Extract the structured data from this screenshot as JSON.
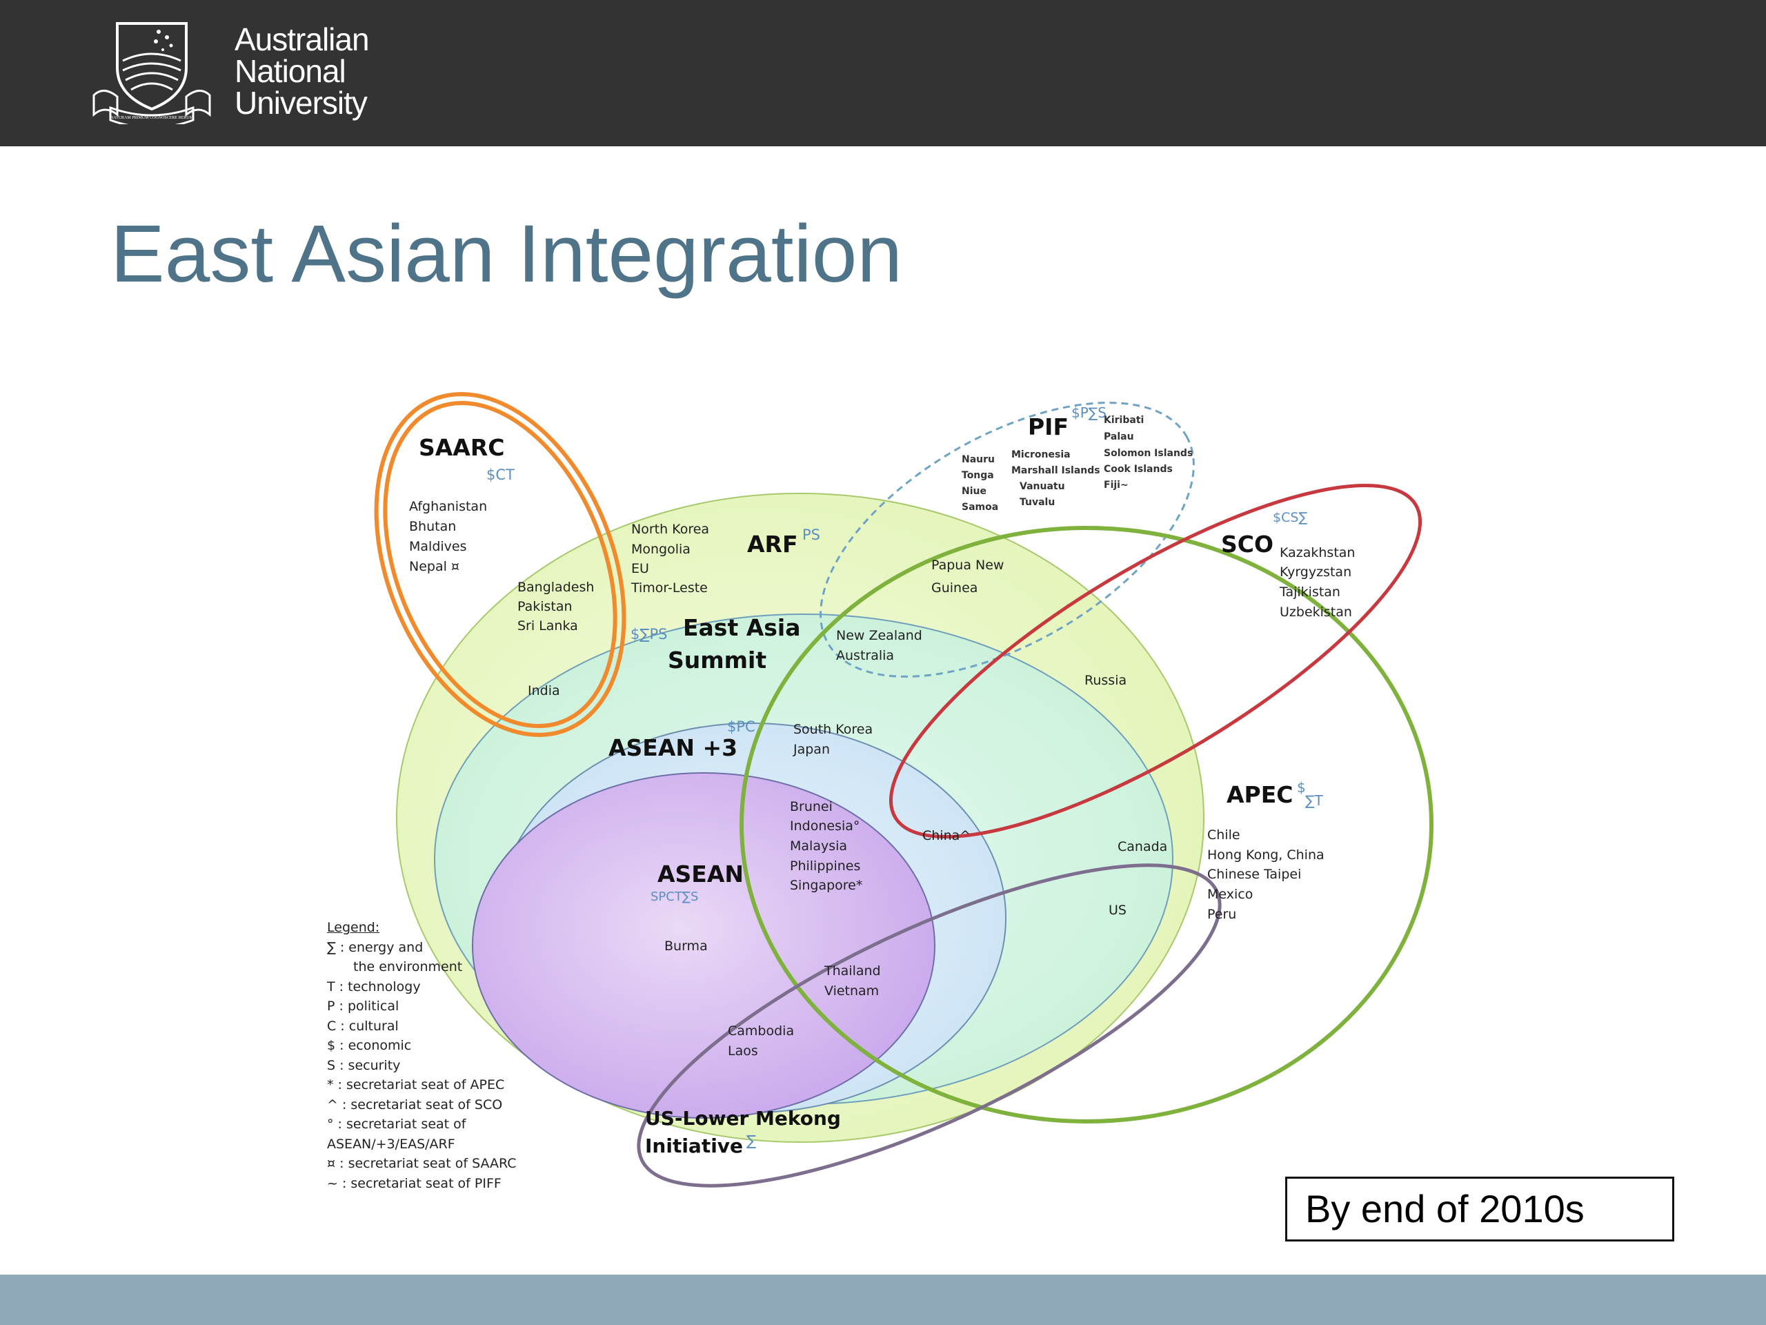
{
  "header": {
    "logo_lines": [
      "Australian",
      "National",
      "University"
    ],
    "logo_icon": "anu-crest-icon",
    "crest_motto": "NATURAM PRIMUM COGNOSCERE RERUM"
  },
  "slide": {
    "title": "East Asian Integration",
    "era_label": "By end of 2010s"
  },
  "colors": {
    "header_bg": "#333333",
    "title": "#4f7489",
    "bottom_bar": "#90a9b8",
    "saarc": "#f08a2c",
    "sco": "#c7393e",
    "apec": "#7fb13d",
    "pif": "#6fa3c4",
    "mekong": "#7d6e8d",
    "code": "#5b8fc0"
  },
  "diagram": {
    "groups": {
      "saarc": {
        "name": "SAARC",
        "code": "$CT"
      },
      "pif": {
        "name": "PIF",
        "code": "$P∑S"
      },
      "arf": {
        "name": "ARF",
        "code": "PS"
      },
      "eas": {
        "name_lines": [
          "East Asia",
          "Summit"
        ],
        "code": "$∑PS"
      },
      "asean3": {
        "name": "ASEAN +3",
        "code": "$PC"
      },
      "asean": {
        "name": "ASEAN",
        "code": "SPCT∑S"
      },
      "sco": {
        "name": "SCO",
        "code": "$CS∑"
      },
      "apec": {
        "name": "APEC",
        "code_symbol": "$",
        "code_letters": "∑T"
      },
      "mekong": {
        "name_lines": [
          "US-Lower Mekong",
          "Initiative"
        ],
        "code": "∑"
      }
    },
    "members": {
      "saarc_only": [
        "Afghanistan",
        "Bhutan",
        "Maldives",
        "Nepal ¤"
      ],
      "saarc_arf": [
        "Bangladesh",
        "Pakistan",
        "Sri Lanka"
      ],
      "india": "India",
      "arf_only": [
        "North Korea",
        "Mongolia",
        "EU",
        "Timor-Leste"
      ],
      "png": [
        "Papua New",
        "Guinea"
      ],
      "pif_only_left": [
        "Nauru",
        "Tonga",
        "Niue",
        "Samoa"
      ],
      "pif_only_mid": [
        "Micronesia",
        "Marshall Islands",
        "Vanuatu",
        "Tuvalu"
      ],
      "pif_only_right": [
        "Kiribati",
        "Palau",
        "Solomon Islands",
        "Cook Islands",
        "Fiji~"
      ],
      "nz_aus": [
        "New Zealand",
        "Australia"
      ],
      "russia": "Russia",
      "sco_only": [
        "Kazakhstan",
        "Kyrgyzstan",
        "Tajikistan",
        "Uzbekistan"
      ],
      "plus3": [
        "South Korea",
        "Japan"
      ],
      "china": "China^",
      "asean_apec": [
        "Brunei",
        "Indonesia°",
        "Malaysia",
        "Philippines",
        "Singapore*"
      ],
      "burma": "Burma",
      "mekong_apec": [
        "Thailand",
        "Vietnam"
      ],
      "mekong_asean": [
        "Cambodia",
        "Laos"
      ],
      "canada": "Canada",
      "us": "US",
      "apec_only": [
        "Chile",
        "Hong Kong, China",
        "Chinese Taipei",
        "Mexico",
        "Peru"
      ]
    },
    "legend": {
      "heading": "Legend:",
      "items": [
        "∑ : energy and",
        "the environment",
        "T : technology",
        "P : political",
        "C : cultural",
        "$ : economic",
        "S : security",
        "* :  secretariat seat of APEC",
        "^ : secretariat seat of SCO",
        "° : secretariat seat of",
        "ASEAN/+3/EAS/ARF",
        "¤ : secretariat seat of SAARC",
        "~ : secretariat seat of PIFF"
      ]
    }
  }
}
